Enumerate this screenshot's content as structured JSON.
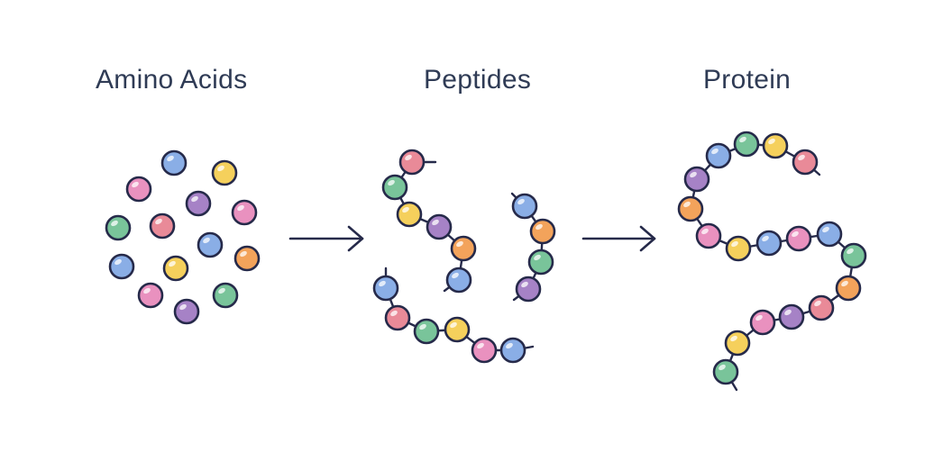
{
  "labels": {
    "amino_acids": "Amino Acids",
    "peptides": "Peptides",
    "protein": "Protein"
  },
  "colors": {
    "pink": "#e991bf",
    "blue": "#8aaee6",
    "yellow": "#f5d05c",
    "purple": "#a682c6",
    "green": "#79c49a",
    "orange": "#f3a35b",
    "red": "#e98a98",
    "outline": "#262a4a",
    "text": "#2f3b55"
  },
  "diagram": {
    "stages": [
      "amino-acids",
      "peptides",
      "protein"
    ],
    "amino_acids_colors": [
      "blue",
      "yellow",
      "pink",
      "purple",
      "pink",
      "green",
      "red",
      "blue",
      "orange",
      "blue",
      "yellow",
      "pink",
      "green",
      "purple"
    ],
    "peptide_chains": [
      [
        "red",
        "green",
        "yellow",
        "purple",
        "orange",
        "blue"
      ],
      [
        "blue",
        "orange",
        "green",
        "purple"
      ],
      [
        "blue",
        "red",
        "green",
        "yellow",
        "pink",
        "blue"
      ]
    ],
    "protein_chain": [
      "green",
      "yellow",
      "pink",
      "purple",
      "red",
      "orange",
      "green",
      "blue",
      "pink",
      "blue",
      "yellow",
      "pink",
      "orange",
      "purple",
      "blue",
      "green",
      "yellow",
      "red"
    ]
  }
}
